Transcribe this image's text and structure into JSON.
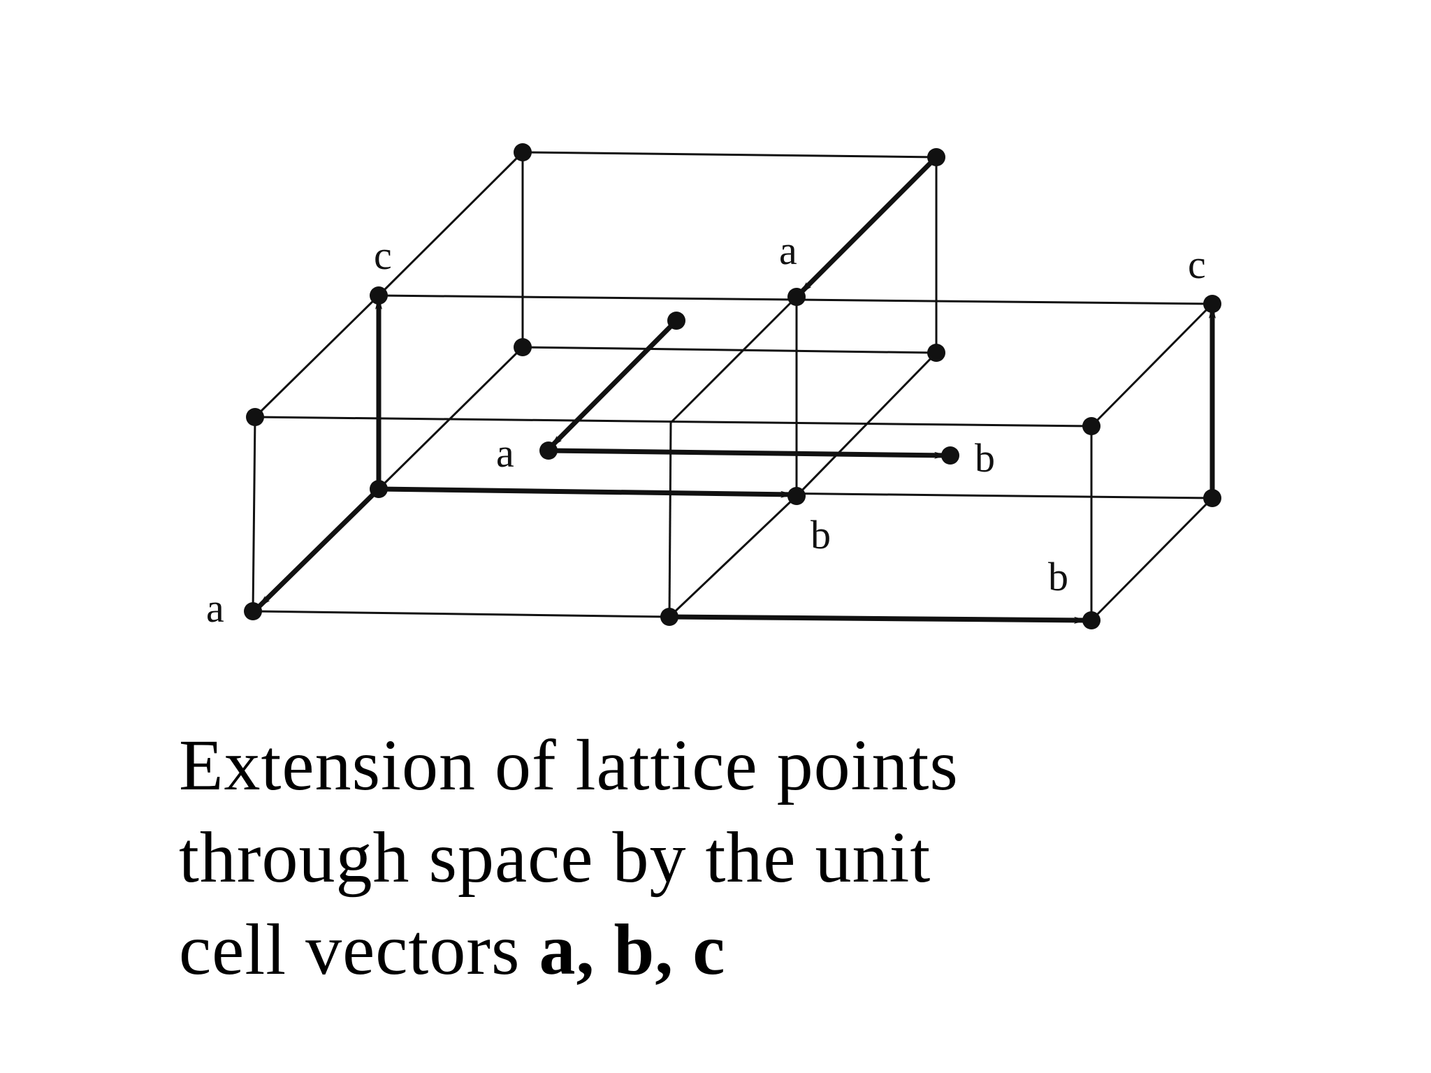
{
  "diagram": {
    "labels": {
      "top_c_left": "c",
      "top_a_mid": "a",
      "top_c_right": "c",
      "mid_a": "a",
      "mid_b": "b",
      "lower_b_mid": "b",
      "lower_b_right": "b",
      "bottom_a_left": "a"
    },
    "colors": {
      "line": "#111111",
      "background": "#ffffff"
    }
  },
  "caption": {
    "line1": "Extension of lattice points",
    "line2": "through space by the unit",
    "line3_prefix": "cell vectors ",
    "vectors": "a, b, c"
  }
}
